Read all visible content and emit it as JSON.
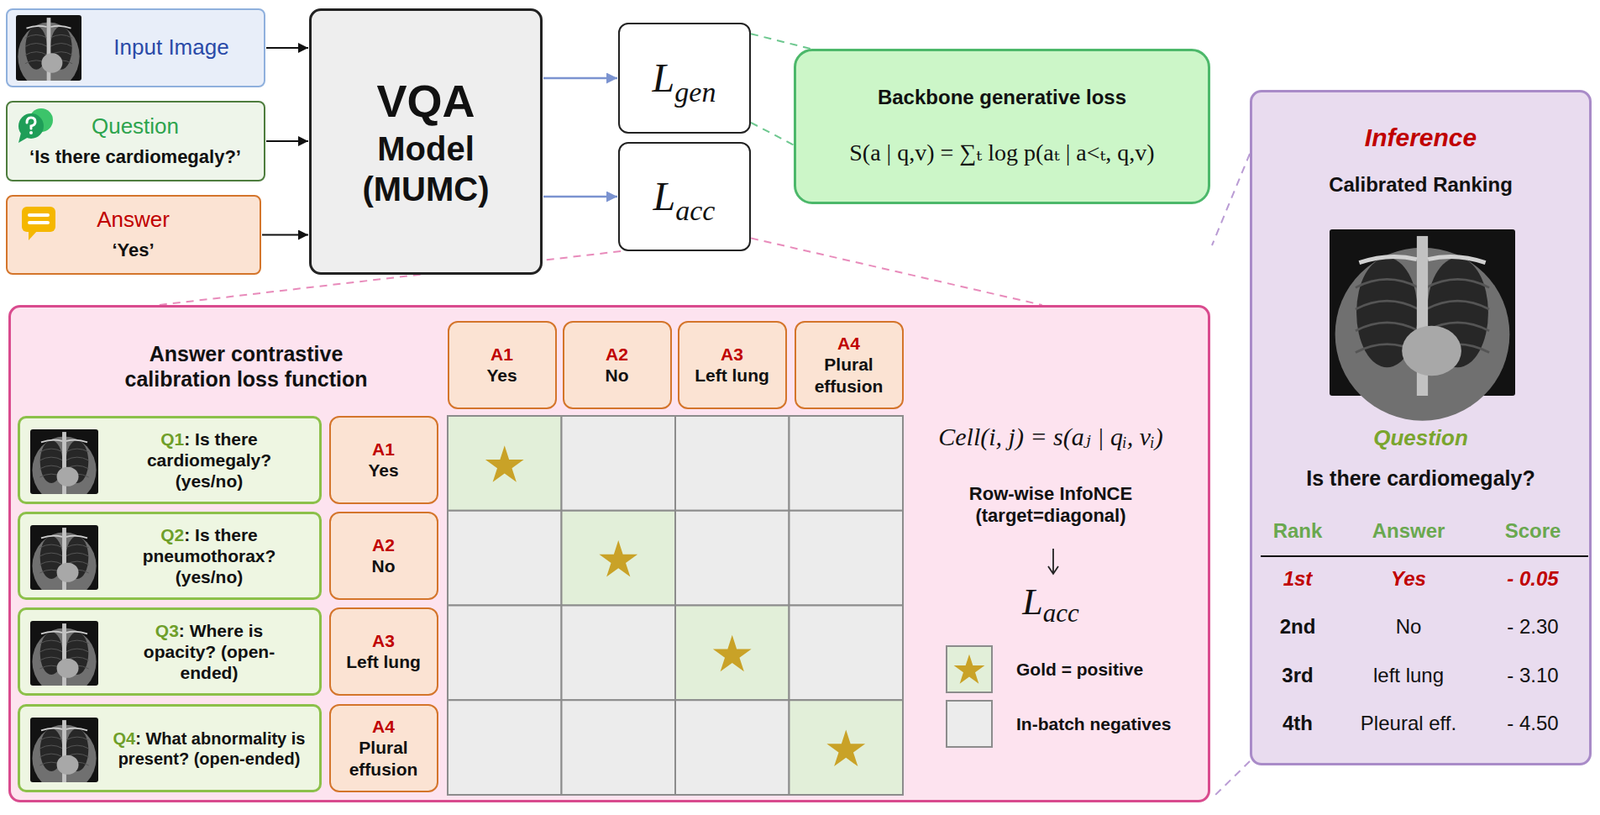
{
  "diagram": {
    "nodes": [
      {
        "text": [
          "Input Image"
        ]
      },
      {
        "text": [
          "Question",
          "‘Is there cardiomegaly?’"
        ]
      },
      {
        "text": [
          "Answer",
          "‘Yes’"
        ]
      },
      {
        "text": [
          "VQA",
          "Model (MUMC)"
        ]
      },
      {
        "text": [
          "L",
          "gen"
        ]
      },
      {
        "text": [
          "L",
          "acc"
        ]
      },
      {
        "text": [
          "Backbone generative loss",
          "S(a | q,v) = ∑ₜ log p(aₜ | a<ₜ, q,v)"
        ]
      },
      {
        "text": [
          "Answer contrastive calibration loss function"
        ]
      },
      {
        "text": [
          "A1",
          "Yes"
        ],
        "in": 7
      },
      {
        "text": [
          "A2",
          "No"
        ],
        "in": 7
      },
      {
        "text": [
          "A3",
          "Left lung"
        ],
        "in": 7
      },
      {
        "text": [
          "A4",
          "Plural effusion"
        ],
        "in": 7
      },
      {
        "text": [
          "Q1",
          ": Is there cardiomegaly? (yes/no)"
        ],
        "in": 7
      },
      {
        "text": [
          "A1",
          "Yes"
        ],
        "in": 7
      },
      {
        "text": [
          "Q2",
          ": Is there pneumothorax? (yes/no)"
        ],
        "in": 7
      },
      {
        "text": [
          "A2",
          "No"
        ],
        "in": 7
      },
      {
        "text": [
          "Q3",
          ": Where is opacity? (open-ended)"
        ],
        "in": 7
      },
      {
        "text": [
          "A3",
          "Left lung"
        ],
        "in": 7
      },
      {
        "text": [
          "Q4",
          ": What abnormality is present? (open-ended)"
        ],
        "in": 7
      },
      {
        "text": [
          "A4",
          "Plural effusion"
        ],
        "in": 7
      },
      {
        "text": [
          "Inference",
          "Calibrated Ranking",
          "Question",
          "Is there cardiomegaly?"
        ]
      }
    ],
    "edges": [
      {
        "from": 0,
        "to": 3,
        "arrow": "to"
      },
      {
        "from": 1,
        "to": 3,
        "arrow": "to"
      },
      {
        "from": 2,
        "to": 3,
        "arrow": "to"
      },
      {
        "from": 3,
        "to": 4,
        "arrow": "to"
      },
      {
        "from": 3,
        "to": 5,
        "arrow": "to"
      },
      {
        "from": 4,
        "to": 6,
        "arrow": "none"
      },
      {
        "from": 5,
        "to": 7,
        "arrow": "none"
      }
    ],
    "labels": [
      "Cell(i, j) = s(aⱼ | qᵢ, vᵢ)",
      "Row-wise InfoNCE (target=diagonal)",
      "L",
      "acc",
      "Rank",
      "Answer",
      "Score",
      "1st",
      "Yes",
      "- 0.05",
      "2nd",
      "No",
      "- 2.30",
      "3rd",
      "left lung",
      "- 3.10",
      "4th",
      "Pleural eff.",
      "- 4.50"
    ],
    "legend": [
      {
        "text": "Gold = positive"
      },
      {
        "text": "In-batch negatives",
        "color": "#ececec"
      }
    ]
  }
}
